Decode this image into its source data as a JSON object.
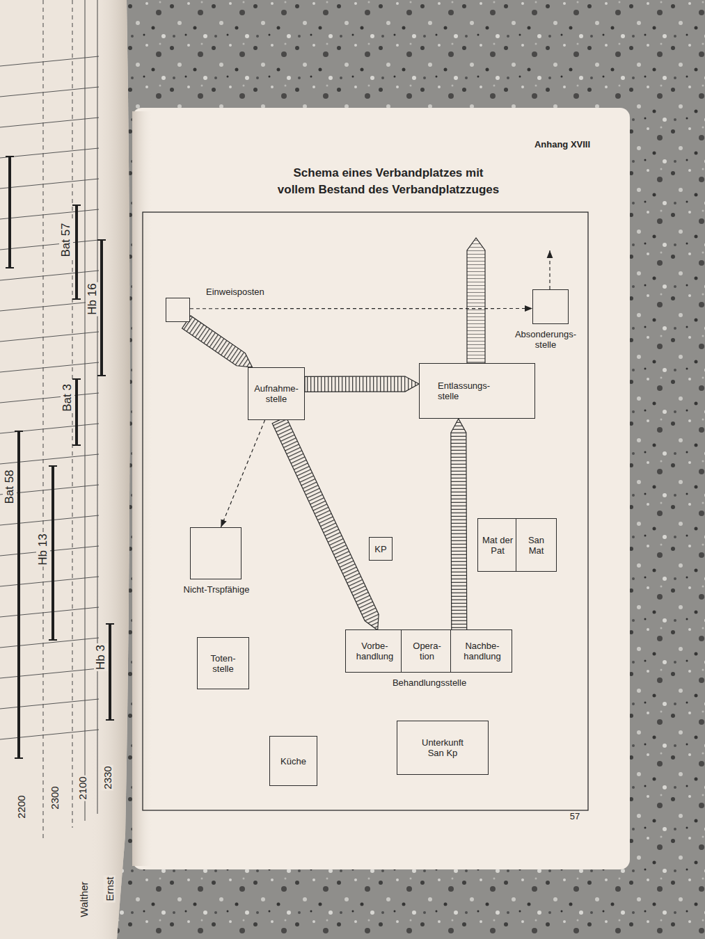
{
  "diagram": {
    "title": "Schema eines Verbandplatzes mit vollem Bestand des Verbandplatzzuges",
    "nodes": [
      {
        "text": [
          "Einweisposten"
        ]
      },
      {
        "text": [
          "Aufnahme- stelle"
        ]
      },
      {
        "text": [
          "Entlassungs- stelle"
        ]
      },
      {
        "text": [
          "Absonderungs- stelle"
        ]
      },
      {
        "text": [
          "Nicht-Trspfähige"
        ]
      },
      {
        "text": [
          "KP"
        ]
      },
      {
        "text": [
          "Mat der Pat"
        ]
      },
      {
        "text": [
          "San Mat"
        ]
      },
      {
        "text": [
          "Behandlungsstelle"
        ]
      },
      {
        "text": [
          "Vorbe- handlung"
        ],
        "in": 8
      },
      {
        "text": [
          "Opera- tion"
        ],
        "in": 8
      },
      {
        "text": [
          "Nachbe- handlung"
        ],
        "in": 8
      },
      {
        "text": [
          "Toten- stelle"
        ]
      },
      {
        "text": [
          "Küche"
        ]
      },
      {
        "text": [
          "Unterkunft San Kp"
        ]
      }
    ],
    "edges": [
      {
        "from": 0,
        "to": 1,
        "arrow": "to"
      },
      {
        "from": 0,
        "to": 3,
        "arrow": "to"
      },
      {
        "from": 1,
        "to": 2,
        "arrow": "to"
      },
      {
        "from": 1,
        "to": 4,
        "arrow": "to"
      },
      {
        "from": 1,
        "to": 9,
        "arrow": "to"
      },
      {
        "from": 11,
        "to": 2,
        "arrow": "to"
      }
    ],
    "labels": [
      "Anhang XVIII",
      "57",
      "Bat 57",
      "Hb 16",
      "Bat 3",
      "Bat 58",
      "Hb 13",
      "Hb 3",
      "2200",
      "2300",
      "2100",
      "2330",
      "Walther",
      "Ernst"
    ]
  }
}
